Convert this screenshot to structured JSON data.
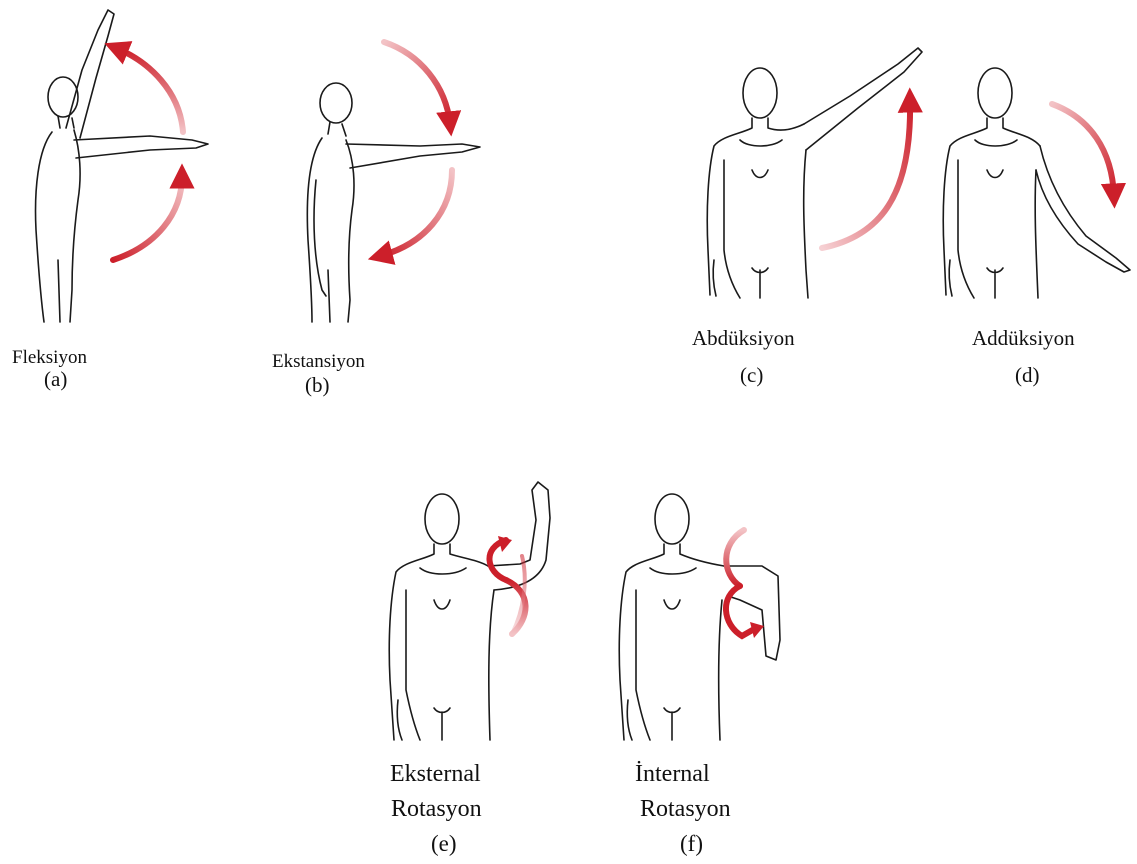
{
  "panels": [
    {
      "id": "a",
      "name": "Fleksiyon",
      "sub": "(a)"
    },
    {
      "id": "b",
      "name": "Ekstansiyon",
      "sub": "(b)"
    },
    {
      "id": "c",
      "name": "Abdüksiyon",
      "sub": "(c)"
    },
    {
      "id": "d",
      "name": "Addüksiyon",
      "sub": "(d)"
    },
    {
      "id": "e",
      "name_line1": "Eksternal",
      "name_line2": "Rotasyon",
      "sub": "(e)"
    },
    {
      "id": "f",
      "name_line1": "İnternal",
      "name_line2": "Rotasyon",
      "sub": "(f)"
    }
  ],
  "colors": {
    "arrow": "#cc1f2a",
    "arrow_fade": "#f2c6c9",
    "line": "#1a1a1a"
  },
  "icons": [
    "human-figure",
    "curved-arrow"
  ]
}
